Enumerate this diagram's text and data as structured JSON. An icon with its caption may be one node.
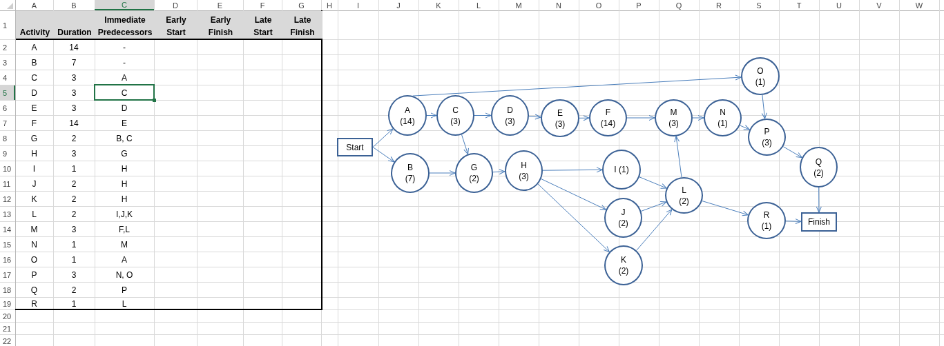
{
  "diagram": {
    "nodes": [
      {
        "text": [
          "Start"
        ]
      },
      {
        "text": [
          "A (14)"
        ]
      },
      {
        "text": [
          "B (7)"
        ]
      },
      {
        "text": [
          "C (3)"
        ]
      },
      {
        "text": [
          "D (3)"
        ]
      },
      {
        "text": [
          "E (3)"
        ]
      },
      {
        "text": [
          "F (14)"
        ]
      },
      {
        "text": [
          "G (2)"
        ]
      },
      {
        "text": [
          "H (3)"
        ]
      },
      {
        "text": [
          "I (1)"
        ]
      },
      {
        "text": [
          "J (2)"
        ]
      },
      {
        "text": [
          "K (2)"
        ]
      },
      {
        "text": [
          "L (2)"
        ]
      },
      {
        "text": [
          "M (3)"
        ]
      },
      {
        "text": [
          "N (1)"
        ]
      },
      {
        "text": [
          "O (1)"
        ]
      },
      {
        "text": [
          "P (3)"
        ]
      },
      {
        "text": [
          "Q (2)"
        ]
      },
      {
        "text": [
          "R (1)"
        ]
      },
      {
        "text": [
          "Finish"
        ]
      }
    ],
    "edges": [
      {
        "from": 0,
        "to": 1,
        "arrow": "to"
      },
      {
        "from": 0,
        "to": 2,
        "arrow": "to"
      },
      {
        "from": 1,
        "to": 3,
        "arrow": "to"
      },
      {
        "from": 1,
        "to": 15,
        "arrow": "to"
      },
      {
        "from": 2,
        "to": 7,
        "arrow": "to"
      },
      {
        "from": 3,
        "to": 4,
        "arrow": "to"
      },
      {
        "from": 3,
        "to": 7,
        "arrow": "to"
      },
      {
        "from": 4,
        "to": 5,
        "arrow": "to"
      },
      {
        "from": 5,
        "to": 6,
        "arrow": "to"
      },
      {
        "from": 6,
        "to": 13,
        "arrow": "to"
      },
      {
        "from": 7,
        "to": 8,
        "arrow": "to"
      },
      {
        "from": 8,
        "to": 9,
        "arrow": "to"
      },
      {
        "from": 8,
        "to": 10,
        "arrow": "to"
      },
      {
        "from": 8,
        "to": 11,
        "arrow": "to"
      },
      {
        "from": 9,
        "to": 12,
        "arrow": "to"
      },
      {
        "from": 10,
        "to": 12,
        "arrow": "to"
      },
      {
        "from": 11,
        "to": 12,
        "arrow": "to"
      },
      {
        "from": 12,
        "to": 13,
        "arrow": "to"
      },
      {
        "from": 12,
        "to": 18,
        "arrow": "to"
      },
      {
        "from": 13,
        "to": 14,
        "arrow": "to"
      },
      {
        "from": 14,
        "to": 16,
        "arrow": "to"
      },
      {
        "from": 15,
        "to": 16,
        "arrow": "to"
      },
      {
        "from": 16,
        "to": 17,
        "arrow": "to"
      },
      {
        "from": 17,
        "to": 19,
        "arrow": "to"
      },
      {
        "from": 18,
        "to": 19,
        "arrow": "to"
      }
    ],
    "labels": [
      "A",
      "B",
      "C",
      "D",
      "E",
      "F",
      "G",
      "H",
      "I",
      "J",
      "K",
      "L",
      "M",
      "N",
      "O",
      "P",
      "Q",
      "R",
      "S",
      "T",
      "U",
      "V",
      "W",
      "1",
      "Activity",
      "Duration",
      "Immediate Predecessors",
      "Early Start",
      "Early Finish",
      "Late Start",
      "Late Finish",
      "2",
      "A",
      "14",
      "-",
      "3",
      "B",
      "7",
      "-",
      "4",
      "C",
      "3",
      "A",
      "5",
      "D",
      "3",
      "C",
      "6",
      "E",
      "3",
      "D",
      "7",
      "F",
      "14",
      "E",
      "8",
      "G",
      "2",
      "B, C",
      "9",
      "H",
      "3",
      "G",
      "10",
      "I",
      "1",
      "H",
      "11",
      "J",
      "2",
      "H",
      "12",
      "K",
      "2",
      "H",
      "13",
      "L",
      "2",
      "I,J,K",
      "14",
      "M",
      "3",
      "F,L",
      "15",
      "N",
      "1",
      "M",
      "16",
      "O",
      "1",
      "A",
      "17",
      "P",
      "3",
      "N, O",
      "18",
      "Q",
      "2",
      "P",
      "19",
      "R",
      "1",
      "L",
      "20",
      "21",
      "22"
    ]
  }
}
